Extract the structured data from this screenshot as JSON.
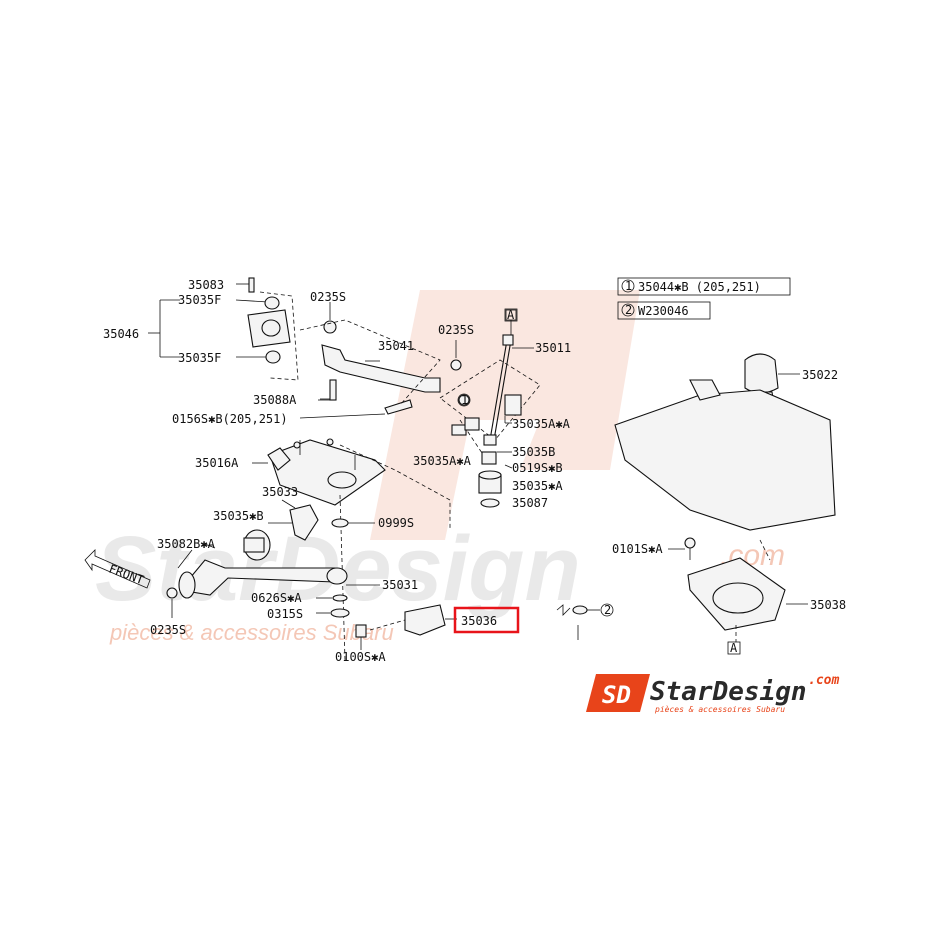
{
  "labels": {
    "p35083": "35083",
    "p35035F_top": "35035F",
    "p35046": "35046",
    "p35035F_bot": "35035F",
    "p0235S_top": "0235S",
    "p35041": "35041",
    "p0235S_mid": "0235S",
    "p35011": "35011",
    "p35088A": "35088A",
    "p0156S": "0156S✱B(205,251)",
    "p35035AA_right": "35035A✱A",
    "p35035AA_left": "35035A✱A",
    "p35035B": "35035B",
    "p0519S": "0519S✱B",
    "p35016A": "35016A",
    "p35035A_A": "35035✱A",
    "p35033": "35033",
    "p35087": "35087",
    "p35035B_star": "35035✱B",
    "p0999S": "0999S",
    "p35082BA": "35082B✱A",
    "p35031": "35031",
    "p0626SA": "0626S✱A",
    "p0315S": "0315S",
    "p35036": "35036",
    "p0235S_bot": "0235S",
    "p0100SA": "0100S✱A",
    "p35022": "35022",
    "p0101SA": "0101S✱A",
    "p35038": "35038",
    "front": "FRONT"
  },
  "legend": {
    "item1_num": "1",
    "item1_text": "35044✱B  (205,251)",
    "item2_num": "2",
    "item2_text": "W230046"
  },
  "refs": {
    "a_top": "A",
    "a_bottom": "A"
  },
  "callouts": {
    "c1": "1",
    "c2": "2"
  },
  "highlight": {
    "part": "35036",
    "color": "#e8141a"
  },
  "watermark": {
    "brand": "StarDesign",
    "com": ".com",
    "subtitle": "pièces & accessoires Subaru",
    "color": "#e8441a"
  },
  "logo": {
    "brand": "StarDesign",
    "com": ".com",
    "subtitle": "pièces & accessoires Subaru",
    "color": "#e8441a"
  }
}
